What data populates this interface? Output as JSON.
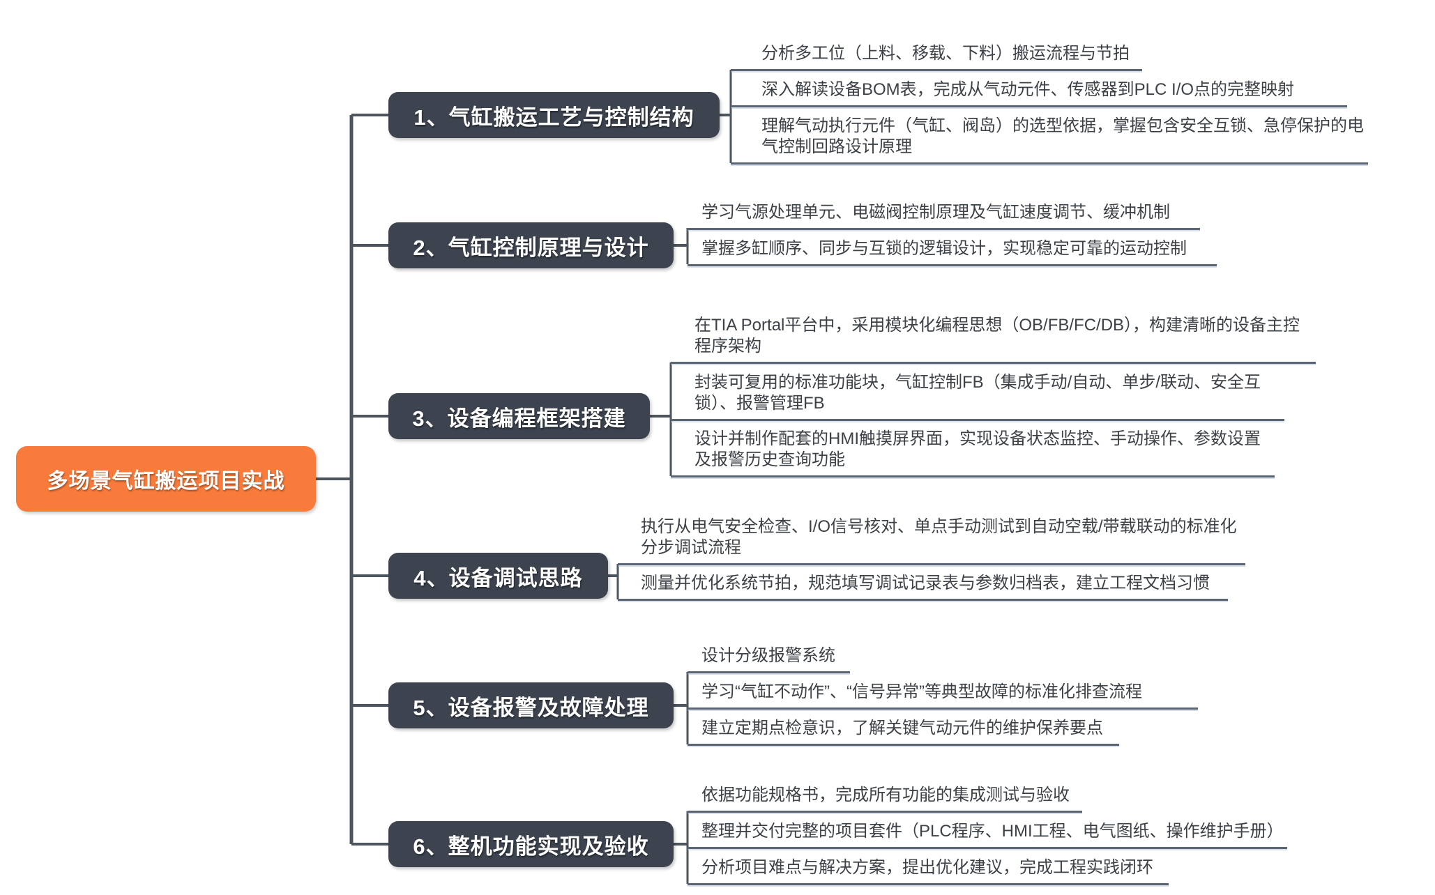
{
  "root": {
    "title": "多场景气缸搬运项目实战"
  },
  "colors": {
    "root_bg": "#F87B3B",
    "node_bg": "#3D4450",
    "line": "#4D555F",
    "underline": "#5A6673",
    "leaf_text": "#3C4147",
    "canvas_bg": "#FFFFFF"
  },
  "branches": [
    {
      "title": "1、气缸搬运工艺与控制结构",
      "leaves": [
        {
          "text": "分析多工位（上料、移载、下料）搬运流程与节拍"
        },
        {
          "text": "深入解读设备BOM表，完成从气动元件、传感器到PLC I/O点的完整映射"
        },
        {
          "text": "理解气动执行元件（气缸、阀岛）的选型依据，掌握包含安全互锁、急停保护的电气控制回路设计原理"
        }
      ]
    },
    {
      "title": "2、气缸控制原理与设计",
      "leaves": [
        {
          "text": "学习气源处理单元、电磁阀控制原理及气缸速度调节、缓冲机制"
        },
        {
          "text": "掌握多缸顺序、同步与互锁的逻辑设计，实现稳定可靠的运动控制"
        }
      ]
    },
    {
      "title": "3、设备编程框架搭建",
      "leaves": [
        {
          "text": "在TIA Portal平台中，采用模块化编程思想（OB/FB/FC/DB），构建清晰的设备主控程序架构"
        },
        {
          "text": "封装可复用的标准功能块，气缸控制FB（集成手动/自动、单步/联动、安全互锁）、报警管理FB"
        },
        {
          "text": "设计并制作配套的HMI触摸屏界面，实现设备状态监控、手动操作、参数设置及报警历史查询功能"
        }
      ]
    },
    {
      "title": "4、设备调试思路",
      "leaves": [
        {
          "text": "执行从电气安全检查、I/O信号核对、单点手动测试到自动空载/带载联动的标准化分步调试流程"
        },
        {
          "text": "测量并优化系统节拍，规范填写调试记录表与参数归档表，建立工程文档习惯"
        }
      ]
    },
    {
      "title": "5、设备报警及故障处理",
      "leaves": [
        {
          "text": "设计分级报警系统"
        },
        {
          "text": "学习“气缸不动作”、“信号异常”等典型故障的标准化排查流程"
        },
        {
          "text": "建立定期点检意识，了解关键气动元件的维护保养要点"
        }
      ]
    },
    {
      "title": "6、整机功能实现及验收",
      "leaves": [
        {
          "text": "依据功能规格书，完成所有功能的集成测试与验收"
        },
        {
          "text": "整理并交付完整的项目套件（PLC程序、HMI工程、电气图纸、操作维护手册）"
        },
        {
          "text": "分析项目难点与解决方案，提出优化建议，完成工程实践闭环"
        }
      ]
    }
  ]
}
